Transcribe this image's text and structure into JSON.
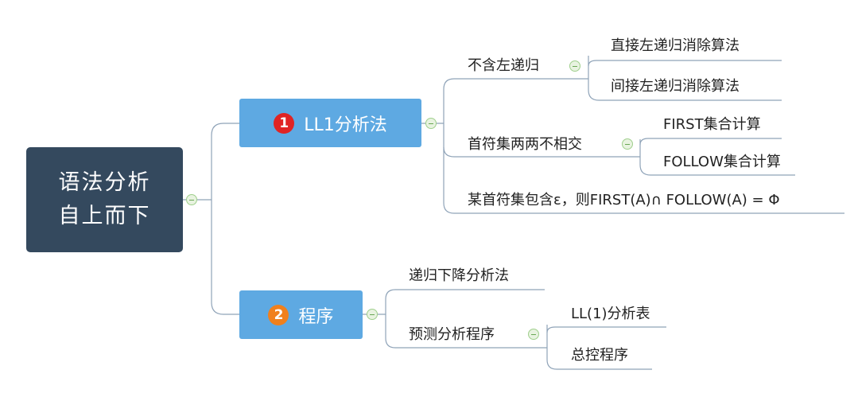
{
  "root": {
    "line1": "语法分析",
    "line2": "自上而下"
  },
  "branch1": {
    "number": "1",
    "badge_color": "#e02424",
    "label": "LL1分析法",
    "children": {
      "no_left_recursion": {
        "label": "不含左递归",
        "items": [
          "直接左递归消除算法",
          "间接左递归消除算法"
        ]
      },
      "first_sets": {
        "label": "首符集两两不相交",
        "items": [
          "FIRST集合计算",
          "FOLLOW集合计算"
        ]
      },
      "epsilon_rule": "某首符集包含ε，则FIRST(A)∩ FOLLOW(A) = Φ"
    }
  },
  "branch2": {
    "number": "2",
    "badge_color": "#f0801d",
    "label": "程序",
    "children": {
      "recursive_descent": "递归下降分析法",
      "predictive": {
        "label": "预测分析程序",
        "items": [
          "LL(1)分析表",
          "总控程序"
        ]
      }
    }
  },
  "colors": {
    "root_bg": "#34495e",
    "branch_bg": "#5ea9e2",
    "connector": "#8fa3b8"
  }
}
